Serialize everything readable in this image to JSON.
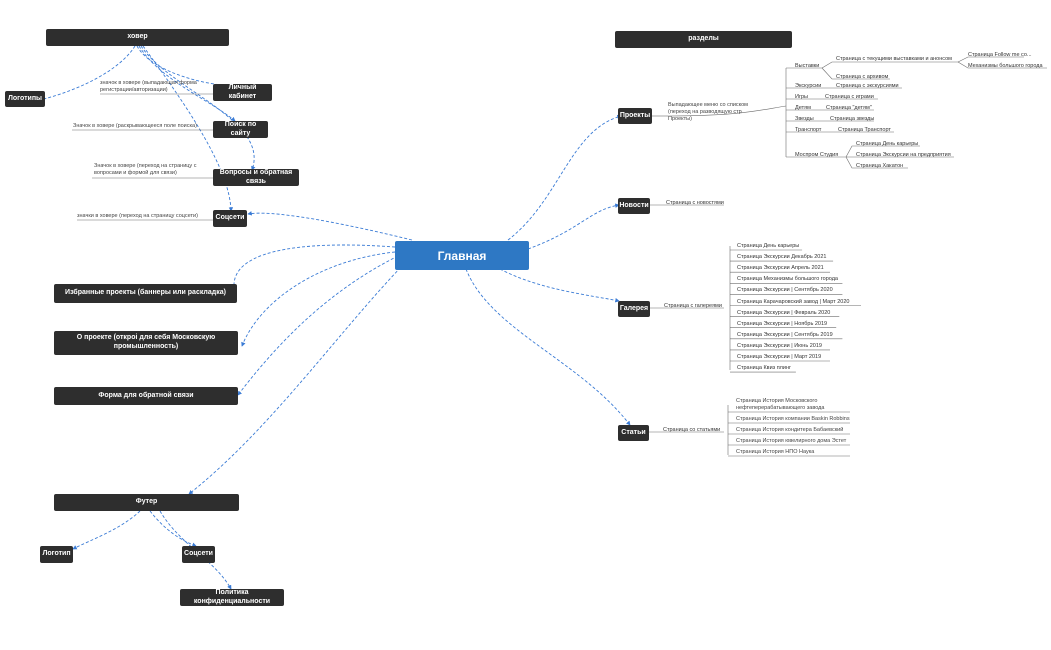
{
  "central": "Главная",
  "left": {
    "header": "ховер",
    "logos": "Логотипы",
    "cabinet": "Личный кабинет",
    "cabinet_note": "значок в ховере (выпадающая форма регистрации/авторизации)",
    "search": "Поиск по сайту",
    "search_note": "Значок в ховере (раскрывающееся поле поиска)",
    "feedback": "Вопросы и обратная связь",
    "feedback_note": "Значок в ховере (переход на страницу с вопросами и формой для связи)",
    "social": "Соцсети",
    "social_note": "значки в ховере (переход на страницу соцсети)",
    "featured": "Избранные проекты (баннеры или раскладка)",
    "about": "О проекте (откроі для себя Московскую промышленность)",
    "form": "Форма для обратной связи",
    "footer": "Футер",
    "footer_logo": "Логотип",
    "footer_social": "Соцсети",
    "privacy": "Политика конфиденциальности"
  },
  "right": {
    "sections": "разделы",
    "projects": "Проекты",
    "projects_note": "Выпадающее меню со списком (переход на разводящую стр Проекты)",
    "exhibitions": "Выставки",
    "exh_current": "Страница с текущими выставками и анонсом",
    "exh_follow": "Страница Follow me со...",
    "exh_mech": "Механизмы большого города",
    "exh_archive": "Страница с архивом",
    "excursions": "Экскурсии",
    "excursions_page": "Страница с экскурсиями",
    "games": "Игры",
    "games_page": "Страница с играми",
    "kids": "Детям",
    "kids_page": "Страница \"детям\"",
    "stars": "Звезды",
    "stars_page": "Страница звезды",
    "transport": "Транспорт",
    "transport_page": "Страница Транспорт",
    "studio": "Моспром Студия",
    "studio_career": "Страница День карьеры",
    "studio_excursions": "Страница Экскурсии на предприятия",
    "studio_hackathon": "Страница Хакатон",
    "news": "Новости",
    "news_page": "Страница с новостями",
    "gallery": "Галерея",
    "gallery_page": "Страница с галереями",
    "gallery_items": [
      "Страница День карьеры",
      "Страница Экскурсии Декабрь 2021",
      "Страница Экскурсии Апрель 2021",
      "Страница Механизмы большого города",
      "Страница Экскурсии | Сентябрь 2020",
      "Страница Карачаровский завод | Март 2020",
      "Страница Экскурсии | Февраль 2020",
      "Страница Экскурсии | Ноябрь 2019",
      "Страница Экскурсии | Сентябрь 2019",
      "Страница Экскурсии | Июнь 2019",
      "Страница Экскурсии | Март 2019",
      "Страница Квиз плинг"
    ],
    "articles": "Статьи",
    "articles_page": "Страница со статьями",
    "article_items": [
      "Страница История Московского нефтеперерабатывающего завода",
      "Страница История компании Baskin Robbins",
      "Страница История кондитера Бабаевский",
      "Страница История ювелирного дома Эстет",
      "Страница История НПО Наука"
    ]
  }
}
